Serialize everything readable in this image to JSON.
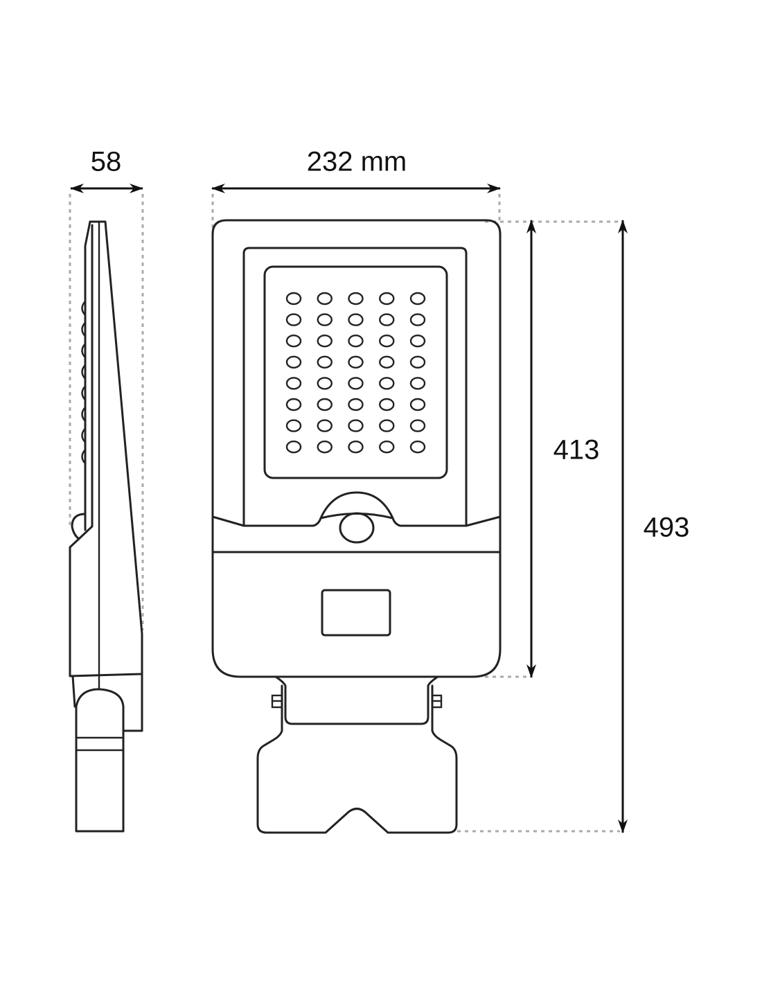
{
  "dimensions": {
    "depth_label": "58",
    "width_label": "232 mm",
    "body_height_label": "413",
    "total_height_label": "493"
  },
  "led_grid": {
    "columns": 5,
    "rows": 8
  },
  "colors": {
    "line": "#222222",
    "guide": "#aaaaaa",
    "background": "#ffffff"
  }
}
